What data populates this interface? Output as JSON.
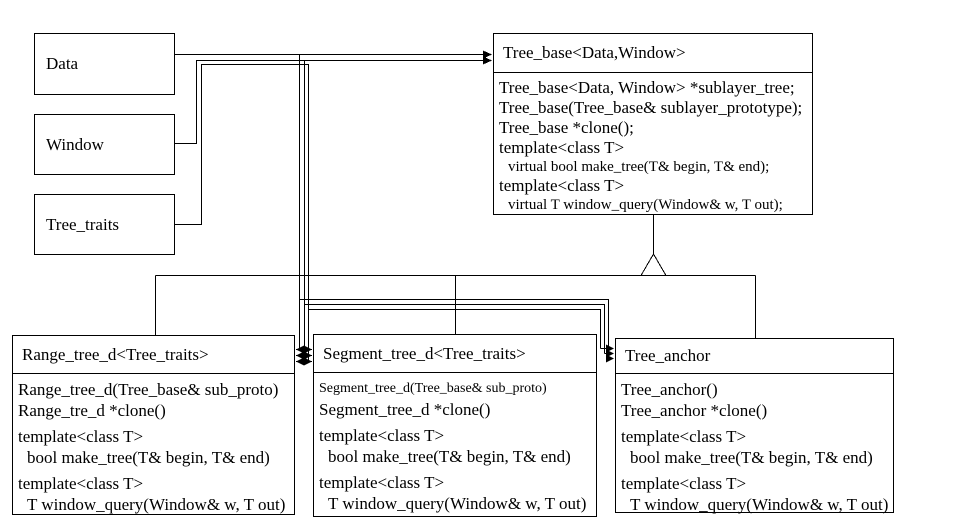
{
  "colors": {
    "background": "#ffffff",
    "stroke": "#000000"
  },
  "param_boxes": [
    {
      "label": "Data"
    },
    {
      "label": "Window"
    },
    {
      "label": "Tree_traits"
    }
  ],
  "classes": {
    "tree_base": {
      "title": "Tree_base<Data,Window>",
      "members": [
        "Tree_base<Data, Window> *sublayer_tree;",
        "Tree_base(Tree_base& sublayer_prototype);",
        "Tree_base *clone();",
        "template<class T>",
        "virtual bool make_tree(T& begin, T& end);",
        "template<class T>",
        "virtual T window_query(Window& w, T out);"
      ]
    },
    "range_tree_d": {
      "title": "Range_tree_d<Tree_traits>",
      "members": [
        "Range_tree_d(Tree_base& sub_proto)",
        "Range_tre_d *clone()",
        "template<class T>",
        "bool make_tree(T& begin, T& end)",
        "template<class T>",
        "T window_query(Window& w, T out)"
      ]
    },
    "segment_tree_d": {
      "title": "Segment_tree_d<Tree_traits>",
      "members": [
        "Segment_tree_d(Tree_base& sub_proto)",
        "Segment_tree_d *clone()",
        "template<class T>",
        "bool make_tree(T& begin, T& end)",
        "template<class T>",
        "T window_query(Window& w, T out)"
      ]
    },
    "tree_anchor": {
      "title": "Tree_anchor",
      "members": [
        "Tree_anchor()",
        "Tree_anchor *clone()",
        "template<class T>",
        "bool make_tree(T& begin, T& end)",
        "template<class T>",
        "T window_query(Window& w, T out)"
      ]
    }
  }
}
